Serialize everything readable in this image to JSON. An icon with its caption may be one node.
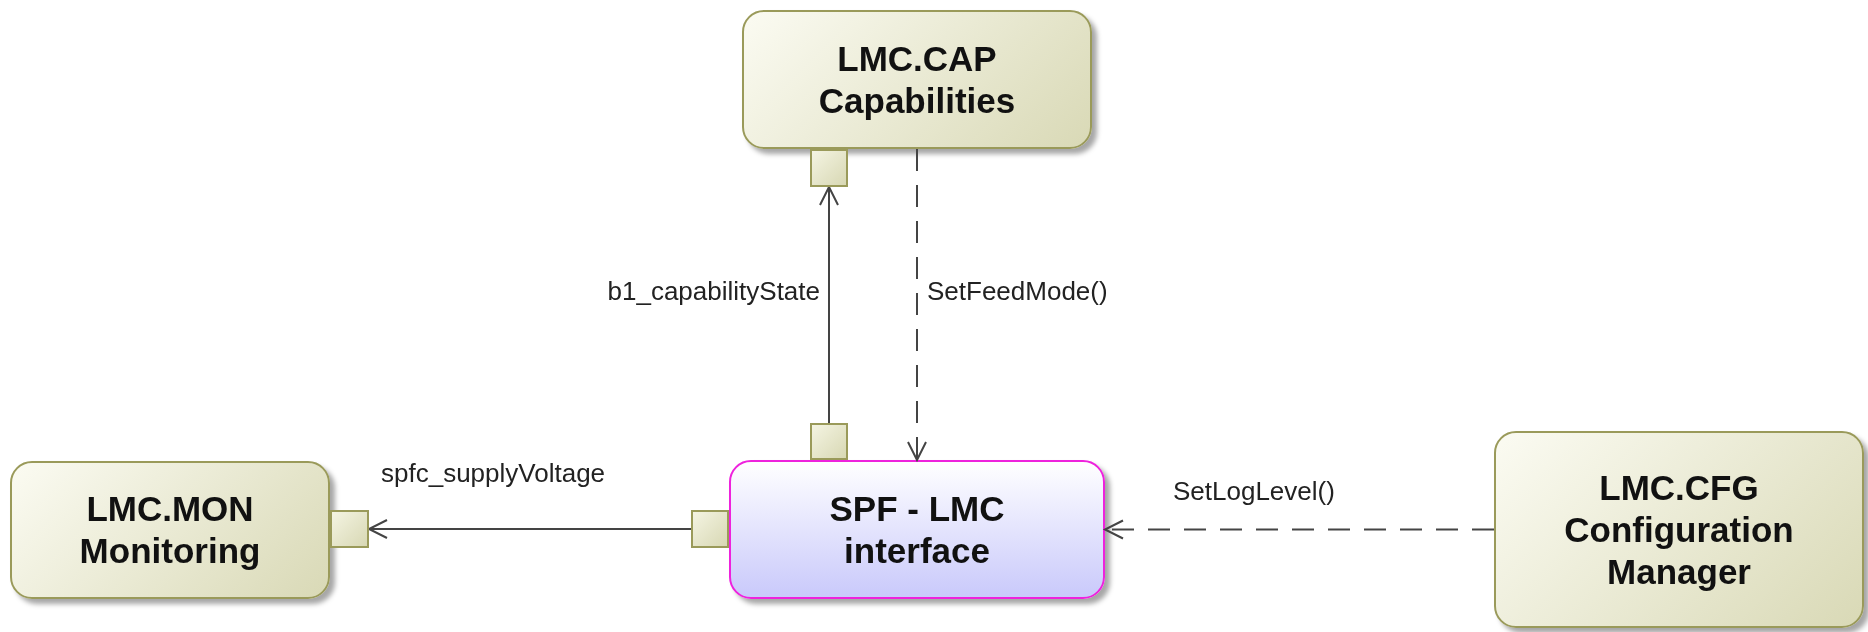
{
  "diagram": {
    "nodes": [
      {
        "text": [
          "LMC.CAP Capabilities"
        ]
      },
      {
        "text": [],
        "shape": "box"
      },
      {
        "text": [],
        "shape": "box"
      },
      {
        "text": [
          "LMC.MON Monitoring"
        ]
      },
      {
        "text": [],
        "shape": "box"
      },
      {
        "text": [],
        "shape": "box"
      },
      {
        "text": [
          "SPF - LMC interface"
        ]
      },
      {
        "text": [
          "LMC.CFG Configuration Manager"
        ]
      }
    ],
    "edges": [
      {
        "from": 2,
        "to": 1,
        "arrow": "to",
        "label": "b1_capabilityState"
      },
      {
        "from": 0,
        "to": 6,
        "arrow": "to",
        "style": "dashed",
        "label": "SetFeedMode()"
      },
      {
        "from": 5,
        "to": 4,
        "arrow": "to",
        "label": "spfc_supplyVoltage"
      },
      {
        "from": 7,
        "to": 6,
        "arrow": "to",
        "style": "dashed",
        "label": "SetLogLevel()"
      }
    ]
  }
}
